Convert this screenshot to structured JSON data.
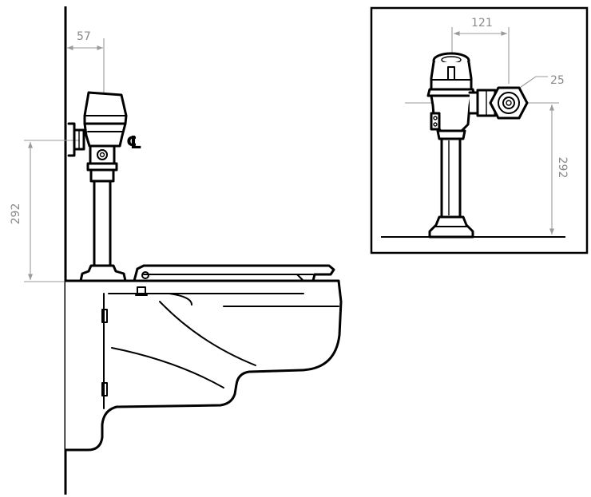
{
  "side_view": {
    "valve_offset": "57",
    "height": "292",
    "centerline": "℄"
  },
  "inset": {
    "width": "121",
    "pipe": "25",
    "height": "292"
  }
}
